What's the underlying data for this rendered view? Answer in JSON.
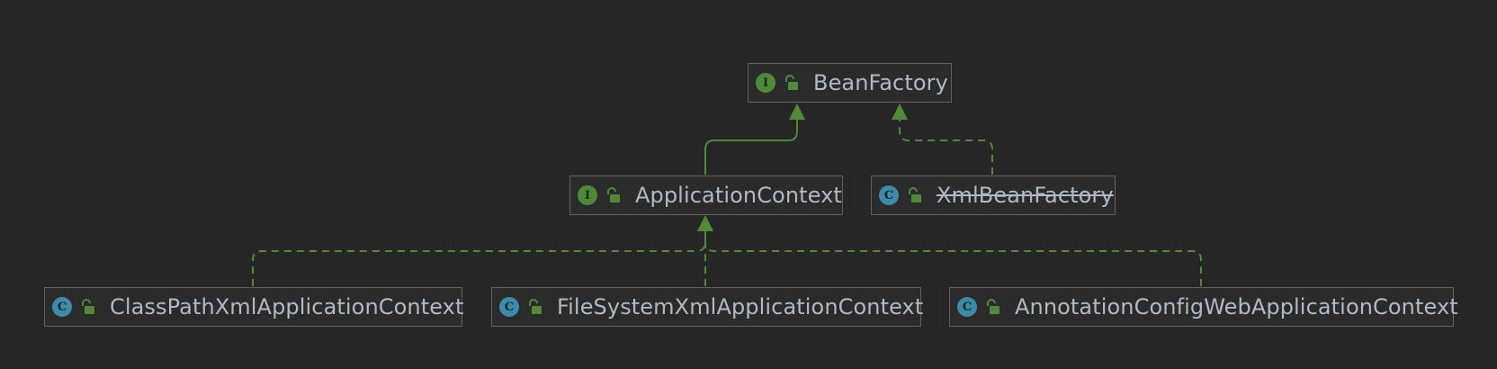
{
  "diagram": {
    "nodes": {
      "bean_factory": {
        "label": "BeanFactory",
        "kind": "interface",
        "kind_letter": "I",
        "visibility_icon": "unlocked-icon"
      },
      "application_context": {
        "label": "ApplicationContext",
        "kind": "interface",
        "kind_letter": "I",
        "visibility_icon": "unlocked-icon"
      },
      "xml_bean_factory": {
        "label": "XmlBeanFactory",
        "kind": "class",
        "kind_letter": "C",
        "deprecated": true,
        "visibility_icon": "unlocked-icon"
      },
      "classpath_xml_app_context": {
        "label": "ClassPathXmlApplicationContext",
        "kind": "class",
        "kind_letter": "C",
        "visibility_icon": "unlocked-icon"
      },
      "filesystem_xml_app_context": {
        "label": "FileSystemXmlApplicationContext",
        "kind": "class",
        "kind_letter": "C",
        "visibility_icon": "unlocked-icon"
      },
      "annotation_config_web_app_context": {
        "label": "AnnotationConfigWebApplicationContext",
        "kind": "class",
        "kind_letter": "C",
        "visibility_icon": "unlocked-icon"
      }
    },
    "edges": [
      {
        "from": "application_context",
        "to": "bean_factory",
        "style": "solid",
        "relation": "extends"
      },
      {
        "from": "xml_bean_factory",
        "to": "bean_factory",
        "style": "dashed",
        "relation": "implements"
      },
      {
        "from": "classpath_xml_app_context",
        "to": "application_context",
        "style": "dashed",
        "relation": "implements"
      },
      {
        "from": "filesystem_xml_app_context",
        "to": "application_context",
        "style": "dashed",
        "relation": "implements"
      },
      {
        "from": "annotation_config_web_app_context",
        "to": "application_context",
        "style": "dashed",
        "relation": "implements"
      }
    ],
    "colors": {
      "background": "#262626",
      "node_fill": "#2b2b2b",
      "node_border": "#5f6061",
      "text": "#aebac6",
      "edge": "#4e8a3a",
      "interface_badge": "#4e8a3a",
      "class_badge": "#3d8ba8"
    }
  }
}
